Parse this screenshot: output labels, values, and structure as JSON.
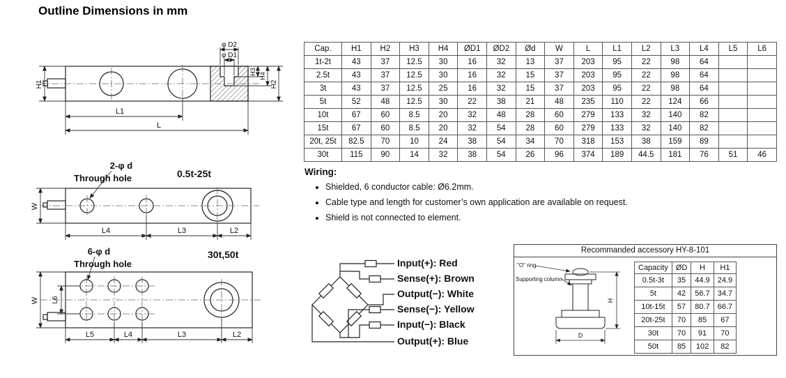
{
  "page": {
    "title": "Outline Dimensions in mm"
  },
  "dim_table": {
    "headers": [
      "Cap.",
      "H1",
      "H2",
      "H3",
      "H4",
      "ØD1",
      "ØD2",
      "Ød",
      "W",
      "L",
      "L1",
      "L2",
      "L3",
      "L4",
      "L5",
      "L6"
    ],
    "rows": [
      [
        "1t-2t",
        "43",
        "37",
        "12.5",
        "30",
        "16",
        "32",
        "13",
        "37",
        "203",
        "95",
        "22",
        "98",
        "64",
        "",
        ""
      ],
      [
        "2.5t",
        "43",
        "37",
        "12.5",
        "30",
        "16",
        "32",
        "15",
        "37",
        "203",
        "95",
        "22",
        "98",
        "64",
        "",
        ""
      ],
      [
        "3t",
        "43",
        "37",
        "12.5",
        "25",
        "16",
        "32",
        "15",
        "37",
        "203",
        "95",
        "22",
        "98",
        "64",
        "",
        ""
      ],
      [
        "5t",
        "52",
        "48",
        "12.5",
        "30",
        "22",
        "38",
        "21",
        "48",
        "235",
        "110",
        "22",
        "124",
        "66",
        "",
        ""
      ],
      [
        "10t",
        "67",
        "60",
        "8.5",
        "20",
        "32",
        "48",
        "28",
        "60",
        "279",
        "133",
        "32",
        "140",
        "82",
        "",
        ""
      ],
      [
        "15t",
        "67",
        "60",
        "8.5",
        "20",
        "32",
        "54",
        "28",
        "60",
        "279",
        "133",
        "32",
        "140",
        "82",
        "",
        ""
      ],
      [
        "20t, 25t",
        "82.5",
        "70",
        "10",
        "24",
        "38",
        "54",
        "34",
        "70",
        "318",
        "153",
        "38",
        "159",
        "89",
        "",
        ""
      ],
      [
        "30t",
        "115",
        "90",
        "14",
        "32",
        "38",
        "54",
        "26",
        "96",
        "374",
        "189",
        "44.5",
        "181",
        "76",
        "51",
        "46"
      ]
    ]
  },
  "wiring": {
    "heading": "Wiring:",
    "bullets": [
      "Shielded, 6 conductor cable: Ø6.2mm.",
      "Cable type and length for customer’s own application are available on request.",
      "Shield is not connected to element."
    ]
  },
  "bridge": {
    "labels": [
      "Input(+): Red",
      "Sense(+): Brown",
      "Output(−): White",
      "Sense(−): Yellow",
      "Input(−): Black",
      "Output(+): Blue"
    ]
  },
  "accessory": {
    "title": "Recommanded accessory HY-8-101",
    "drawing": {
      "o_ring": "\"O\" ring",
      "column": "Supporting column",
      "d": "D",
      "h": "H"
    },
    "table": {
      "headers": [
        "Capacity",
        "ØD",
        "H",
        "H1"
      ],
      "rows": [
        [
          "0.5t-3t",
          "35",
          "44.9",
          "24.9"
        ],
        [
          "5t",
          "42",
          "56.7",
          "34.7"
        ],
        [
          "10t-15t",
          "57",
          "80.7",
          "66.7"
        ],
        [
          "20t-25t",
          "70",
          "85",
          "67"
        ],
        [
          "30t",
          "70",
          "91",
          "70"
        ],
        [
          "50t",
          "85",
          "102",
          "82"
        ]
      ]
    }
  },
  "drawings": {
    "side_view": {
      "phi_d2": "φ D2",
      "phi_d1": "φ D1",
      "h1": "H1",
      "h2": "H2",
      "h3": "H3",
      "h4": "H4",
      "l1": "L1",
      "l": "L"
    },
    "top_small": {
      "holes": "2-φ d",
      "through": "Through hole",
      "range": "0.5t-25t",
      "w": "W",
      "l4": "L4",
      "l3": "L3",
      "l2": "L2"
    },
    "top_large": {
      "holes": "6-φ d",
      "through": "Through hole",
      "range": "30t,50t",
      "w": "W",
      "l6": "L6",
      "l5": "L5",
      "l4": "L4",
      "l3": "L3",
      "l2": "L2"
    }
  }
}
